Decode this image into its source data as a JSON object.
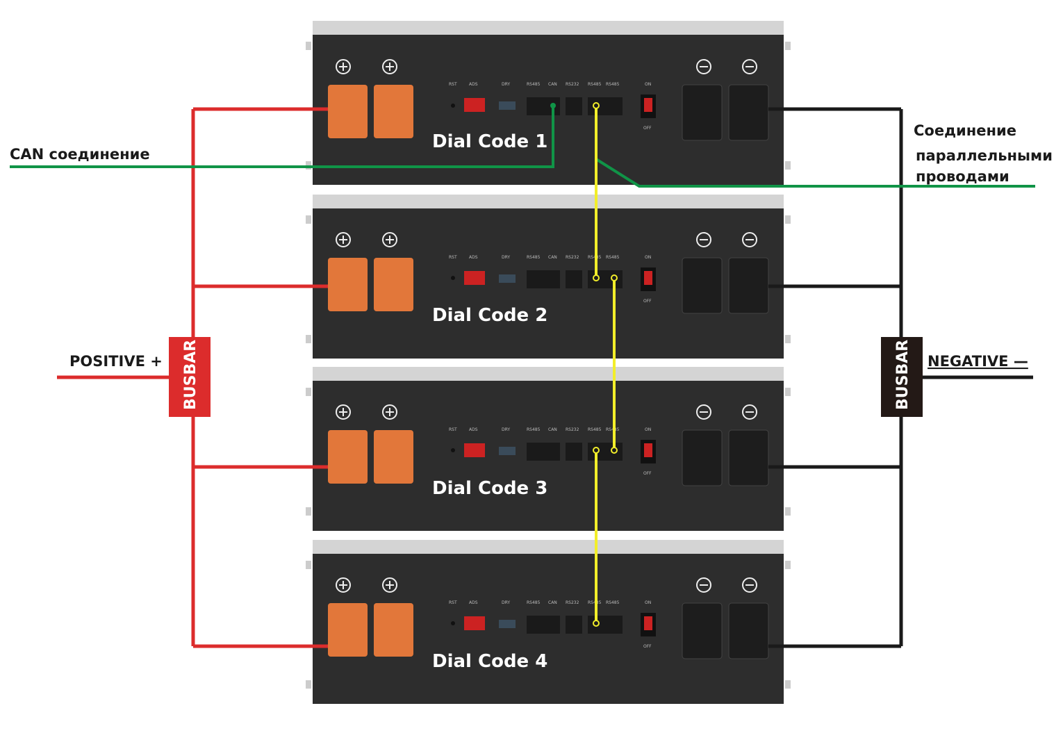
{
  "labels": {
    "can": "CAN соединение",
    "parallel_line1": "Соединение",
    "parallel_line2": "параллельными",
    "parallel_line3": "проводами",
    "positive": "POSITIVE +",
    "negative": "NEGATIVE —",
    "busbar_left": "BUSBAR",
    "busbar_right": "BUSBAR"
  },
  "modules": [
    {
      "dial": "Dial Code 1"
    },
    {
      "dial": "Dial Code 2"
    },
    {
      "dial": "Dial Code 3"
    },
    {
      "dial": "Dial Code 4"
    }
  ],
  "panel_labels": {
    "rst": "RST",
    "ads": "ADS",
    "dry": "DRY",
    "rs485a": "RS485",
    "can": "CAN",
    "rs232": "RS232",
    "rs485b": "RS485",
    "rs485c": "RS485",
    "on": "ON",
    "off": "OFF"
  },
  "colors": {
    "positive_wire": "#dc2c2c",
    "negative_wire": "#1a1a1a",
    "can_wire": "#109447",
    "parallel_wire": "#f2ee2a",
    "terminal": "#e2773a",
    "busbar_pos": "#dc2c2c",
    "busbar_neg": "#231916"
  }
}
